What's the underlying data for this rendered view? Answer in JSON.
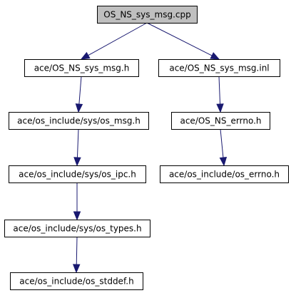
{
  "graph": {
    "colors": {
      "edge": "#191970",
      "root_fill": "#bfbfbf",
      "node_fill": "#ffffff",
      "border": "#000000"
    },
    "nodes": [
      {
        "id": "root",
        "label": "OS_NS_sys_msg.cpp",
        "root": true
      },
      {
        "id": "sys_msg_h",
        "label": "ace/OS_NS_sys_msg.h"
      },
      {
        "id": "sys_msg_inl",
        "label": "ace/OS_NS_sys_msg.inl"
      },
      {
        "id": "os_msg_h",
        "label": "ace/os_include/sys/os_msg.h"
      },
      {
        "id": "errno_h",
        "label": "ace/OS_NS_errno.h"
      },
      {
        "id": "os_ipc_h",
        "label": "ace/os_include/sys/os_ipc.h"
      },
      {
        "id": "os_errno_h",
        "label": "ace/os_include/os_errno.h"
      },
      {
        "id": "os_types_h",
        "label": "ace/os_include/sys/os_types.h"
      },
      {
        "id": "os_stddef_h",
        "label": "ace/os_include/os_stddef.h"
      }
    ],
    "edges": [
      {
        "from": "root",
        "to": "sys_msg_h"
      },
      {
        "from": "root",
        "to": "sys_msg_inl"
      },
      {
        "from": "sys_msg_h",
        "to": "os_msg_h"
      },
      {
        "from": "sys_msg_inl",
        "to": "errno_h"
      },
      {
        "from": "os_msg_h",
        "to": "os_ipc_h"
      },
      {
        "from": "errno_h",
        "to": "os_errno_h"
      },
      {
        "from": "os_ipc_h",
        "to": "os_types_h"
      },
      {
        "from": "os_types_h",
        "to": "os_stddef_h"
      }
    ]
  }
}
